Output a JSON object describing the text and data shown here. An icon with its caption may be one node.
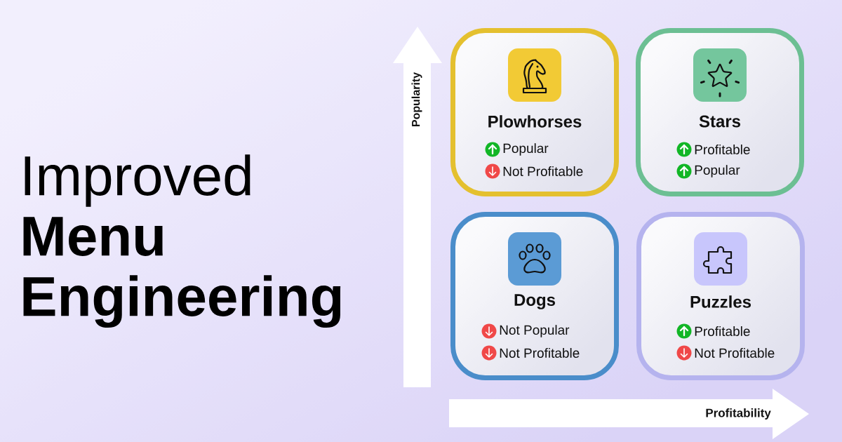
{
  "diagram": {
    "title": "Improved **Menu Engineering**",
    "nodes": [
      {
        "text": [
          "Plowhorses",
          "Popular",
          "Not Profitable"
        ]
      },
      {
        "text": [
          "Stars",
          "Profitable",
          "Popular"
        ]
      },
      {
        "text": [
          "Dogs",
          "Not Popular",
          "Not Profitable"
        ]
      },
      {
        "text": [
          "Puzzles",
          "Profitable",
          "Not Profitable"
        ]
      }
    ],
    "labels": [
      "Popularity",
      "Profitability"
    ]
  }
}
